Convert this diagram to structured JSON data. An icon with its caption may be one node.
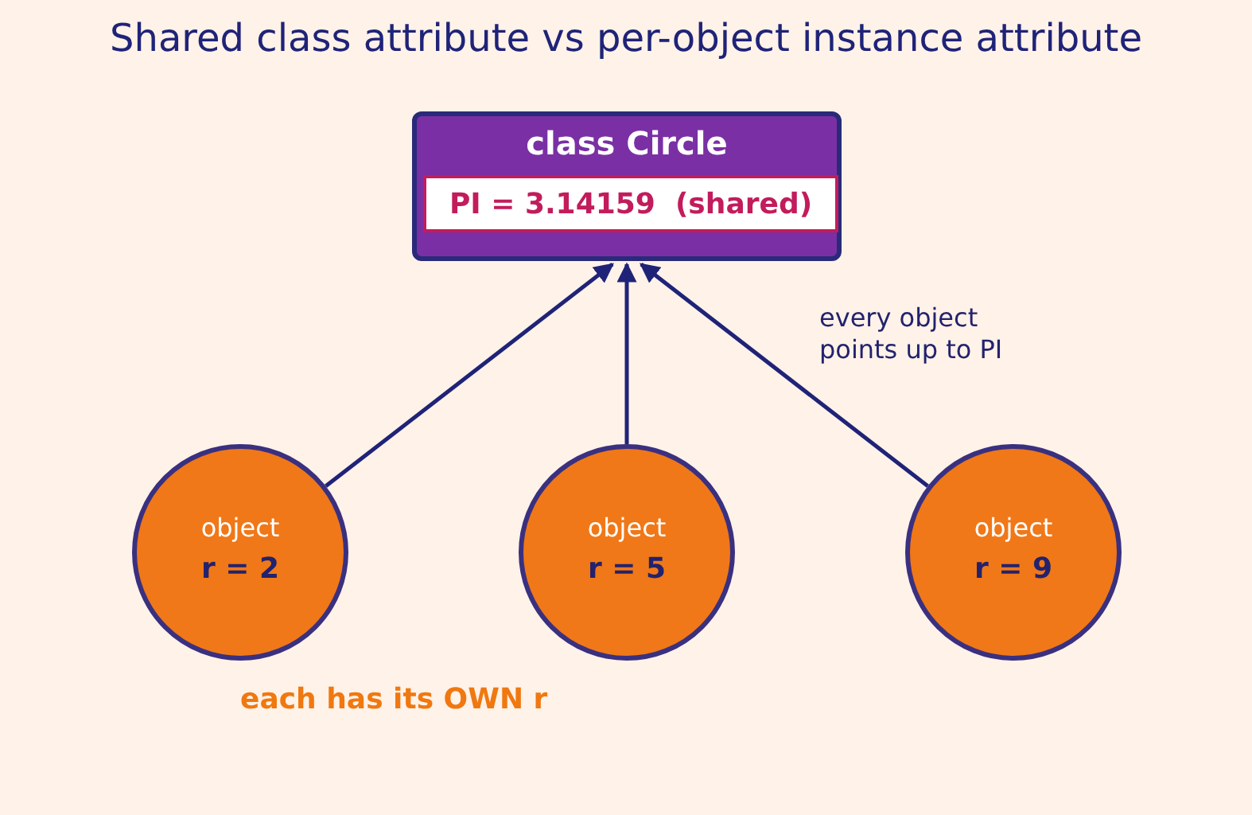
{
  "diagram": {
    "title": "Shared class attribute vs per-object instance attribute",
    "nodes": [
      {
        "text": [
          "class Circle"
        ]
      },
      {
        "text": [
          "PI = 3.14159  (shared)"
        ],
        "in": 0
      },
      {
        "text": [
          "object",
          "r = 2"
        ]
      },
      {
        "text": [
          "object",
          "r = 5"
        ]
      },
      {
        "text": [
          "object",
          "r = 9"
        ]
      }
    ],
    "edges": [
      {
        "from": 2,
        "to": 0,
        "arrow": "to"
      },
      {
        "from": 3,
        "to": 0,
        "arrow": "to"
      },
      {
        "from": 4,
        "to": 0,
        "arrow": "to"
      }
    ],
    "labels": [
      "every object points up to PI",
      "each has its OWN r"
    ]
  }
}
